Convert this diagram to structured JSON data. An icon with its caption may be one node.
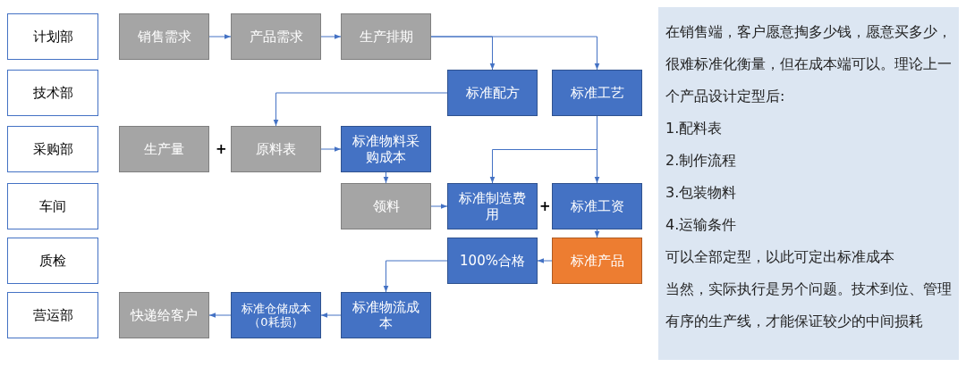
{
  "diagram": {
    "nodes": [
      {
        "text": [
          "计划部"
        ]
      },
      {
        "text": [
          "技术部"
        ]
      },
      {
        "text": [
          "采购部"
        ]
      },
      {
        "text": [
          "车间"
        ]
      },
      {
        "text": [
          "质检"
        ]
      },
      {
        "text": [
          "营运部"
        ]
      },
      {
        "text": [
          "销售需求"
        ]
      },
      {
        "text": [
          "产品需求"
        ]
      },
      {
        "text": [
          "生产排期"
        ]
      },
      {
        "text": [
          "标准配方"
        ]
      },
      {
        "text": [
          "标准工艺"
        ]
      },
      {
        "text": [
          "生产量"
        ]
      },
      {
        "text": [
          "原料表"
        ]
      },
      {
        "text": [
          "标准物料采购成本"
        ]
      },
      {
        "text": [
          "领料"
        ]
      },
      {
        "text": [
          "标准制造费用"
        ]
      },
      {
        "text": [
          "标准工资"
        ]
      },
      {
        "text": [
          "标准产品"
        ]
      },
      {
        "text": [
          "100%合格"
        ]
      },
      {
        "text": [
          "标准物流成本"
        ]
      },
      {
        "text": [
          "标准仓储成本（0耗损）"
        ]
      },
      {
        "text": [
          "快递给客户"
        ]
      },
      {
        "text": [
          "在销售端，客户愿意掏多少钱，愿意买多少，很难标准化衡量，但在成本端可以。理论上一个产品设计定型后:",
          "1.配料表",
          "2.制作流程",
          "3.包装物料",
          "4.运输条件",
          "可以全部定型，以此可定出标准成本",
          "当然，实际执行是另个问题。技术到位、管理有序的生产线，才能保证较少的中间损耗"
        ]
      }
    ],
    "edges": [
      {
        "from": 6,
        "to": 7,
        "arrow": "to"
      },
      {
        "from": 7,
        "to": 8,
        "arrow": "to"
      },
      {
        "from": 8,
        "to": 9,
        "arrow": "to"
      },
      {
        "from": 8,
        "to": 10,
        "arrow": "to"
      },
      {
        "from": 9,
        "to": 12,
        "arrow": "to"
      },
      {
        "from": 12,
        "to": 13,
        "arrow": "to"
      },
      {
        "from": 13,
        "to": 14,
        "arrow": "to"
      },
      {
        "from": 10,
        "to": 15,
        "arrow": "to"
      },
      {
        "from": 10,
        "to": 16,
        "arrow": "to"
      },
      {
        "from": 14,
        "to": 15,
        "arrow": "to"
      },
      {
        "from": 16,
        "to": 17,
        "arrow": "to"
      },
      {
        "from": 17,
        "to": 18,
        "arrow": "to"
      },
      {
        "from": 18,
        "to": 19,
        "arrow": "to"
      },
      {
        "from": 19,
        "to": 20,
        "arrow": "to"
      },
      {
        "from": 20,
        "to": 21,
        "arrow": "to"
      }
    ],
    "labels": [
      "+",
      "+"
    ]
  }
}
